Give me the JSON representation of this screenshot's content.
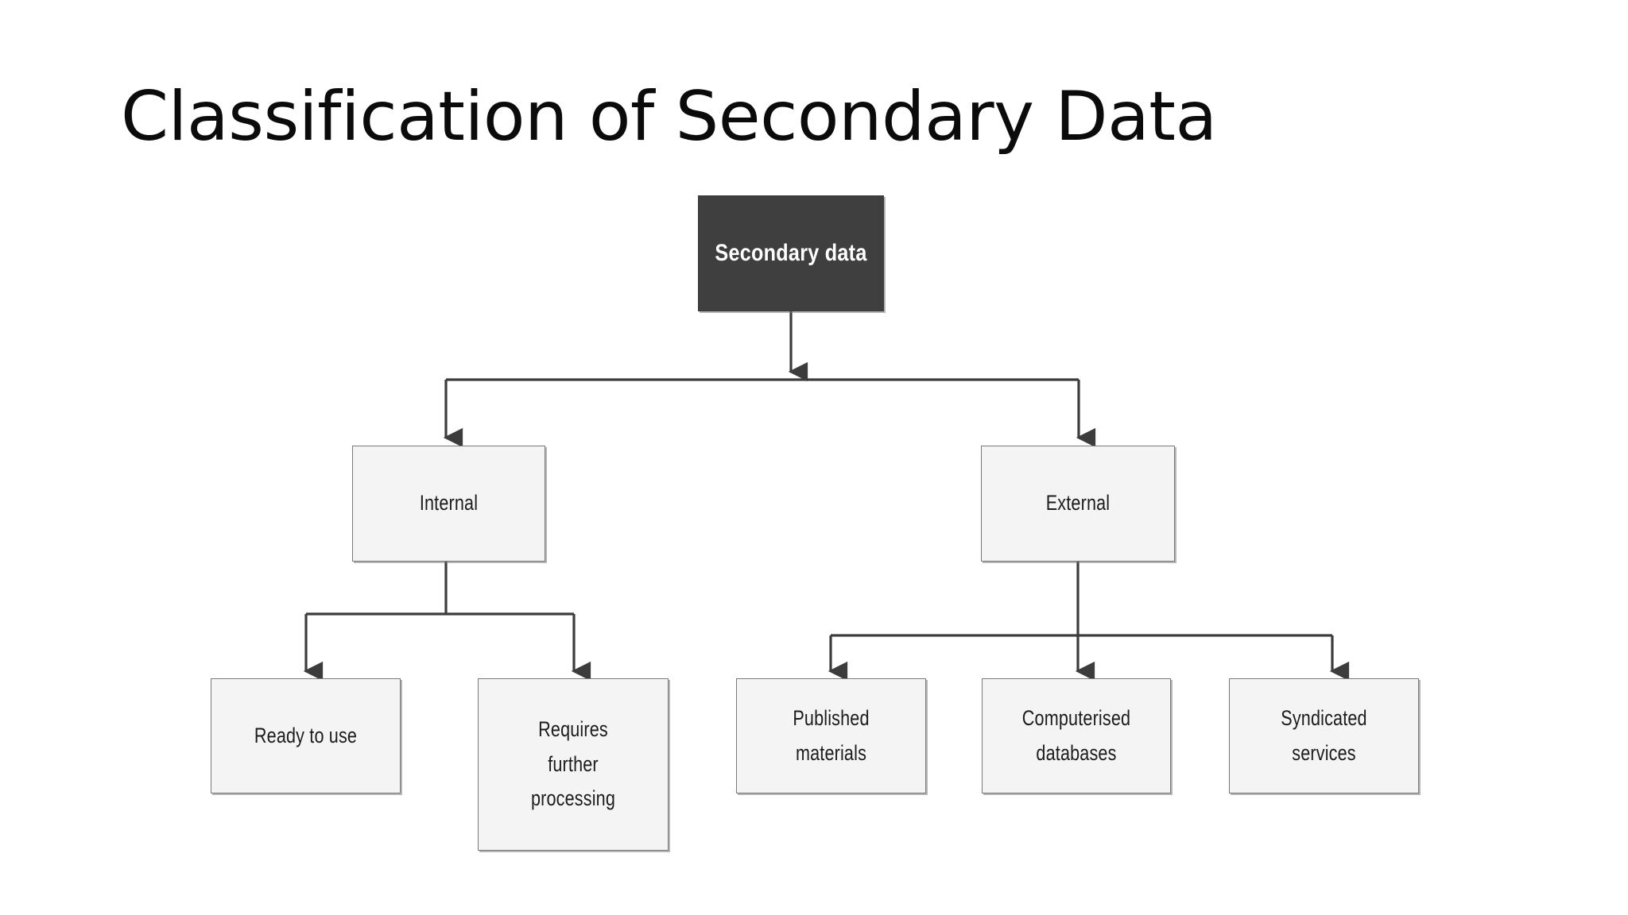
{
  "slide": {
    "title": "Classification of Secondary Data",
    "background_color": "#ffffff"
  },
  "diagram": {
    "type": "hierarchy-tree",
    "orientation": "top-down",
    "connector_color": "#3c3c3c",
    "root_fill_color": "#3f3f3f",
    "root_text_color": "#ffffff",
    "node_fill_color": "#f4f4f4",
    "node_border_color": "#7a7a7a",
    "node_text_color": "#1c1c1c",
    "nodes": {
      "root": {
        "label": "Secondary data",
        "level": 0
      },
      "internal": {
        "label": "Internal",
        "level": 1
      },
      "external": {
        "label": "External",
        "level": 1
      },
      "ready_to_use": {
        "label": "Ready to use",
        "level": 2,
        "parent": "internal"
      },
      "requires_further_processing": {
        "label": "Requires\nfurther\nprocessing",
        "level": 2,
        "parent": "internal"
      },
      "published_materials": {
        "label": "Published\nmaterials",
        "level": 2,
        "parent": "external"
      },
      "computerised_databases": {
        "label": "Computerised\ndatabases",
        "level": 2,
        "parent": "external"
      },
      "syndicated_services": {
        "label": "Syndicated\nservices",
        "level": 2,
        "parent": "external"
      }
    },
    "edges": [
      {
        "from": "root",
        "to": "internal"
      },
      {
        "from": "root",
        "to": "external"
      },
      {
        "from": "internal",
        "to": "ready_to_use"
      },
      {
        "from": "internal",
        "to": "requires_further_processing"
      },
      {
        "from": "external",
        "to": "published_materials"
      },
      {
        "from": "external",
        "to": "computerised_databases"
      },
      {
        "from": "external",
        "to": "syndicated_services"
      }
    ]
  }
}
